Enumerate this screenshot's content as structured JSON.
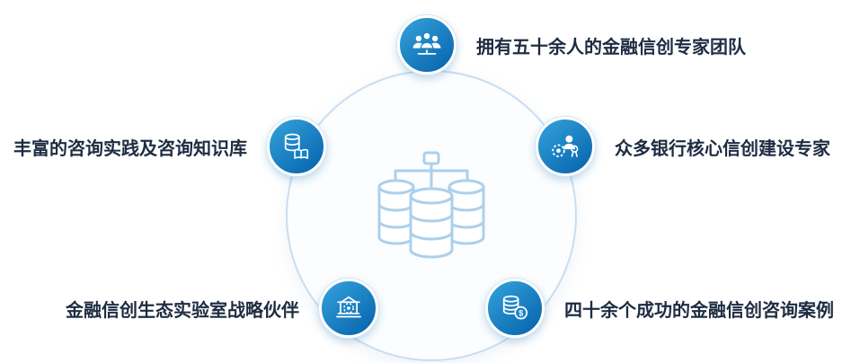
{
  "diagram": {
    "center": {
      "icon": "database-cluster"
    },
    "items": [
      {
        "id": "expert-team",
        "position": "top",
        "icon": "team",
        "label": "拥有五十余人的金融信创专家团队"
      },
      {
        "id": "bank-core-experts",
        "position": "right",
        "icon": "expert-badge-gear",
        "label": "众多银行核心信创建设专家"
      },
      {
        "id": "knowledge-base",
        "position": "left",
        "icon": "database-book",
        "label": "丰富的咨询实践及咨询知识库"
      },
      {
        "id": "lab-partner",
        "position": "bottom-left",
        "icon": "bank-gear",
        "label": "金融信创生态实验室战略伙伴"
      },
      {
        "id": "success-cases",
        "position": "bottom-right",
        "icon": "coin-stack",
        "label": "四十余个成功的金融信创咨询案例"
      }
    ],
    "icons": {
      "dollar_symbol": "$"
    },
    "colors": {
      "node_gradient_start": "#34a3db",
      "node_gradient_end": "#0c6bb2",
      "node_ring": "#d3e5f3",
      "center_circle_fill": "#fbfdfe",
      "center_circle_border": "#c9def0",
      "center_icon_stroke": "#abd0ec",
      "label_text": "#1e2c42"
    }
  }
}
